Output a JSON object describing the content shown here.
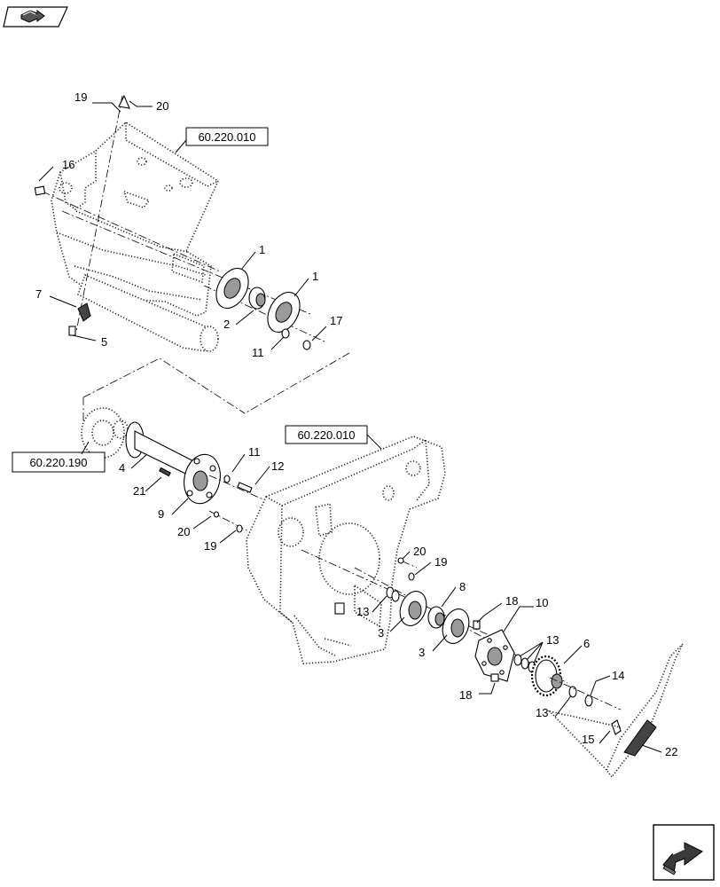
{
  "nav": {
    "prev_icon": "page-prev-arrow-icon",
    "next_icon": "page-next-arrow-icon"
  },
  "references": {
    "upper_frame": "60.220.010",
    "lower_frame": "60.220.010",
    "drive_gear": "60.220.190"
  },
  "callouts": {
    "c19a": "19",
    "c20a": "20",
    "c16": "16",
    "c1a": "1",
    "c1b": "1",
    "c7": "7",
    "c5": "5",
    "c2": "2",
    "c17": "17",
    "c11a": "11",
    "c4": "4",
    "c21": "21",
    "c9": "9",
    "c11b": "11",
    "c12": "12",
    "c20b": "20",
    "c19b": "19",
    "c20c": "20",
    "c19c": "19",
    "c8": "8",
    "c13a": "13",
    "c3a": "3",
    "c3b": "3",
    "c18a": "18",
    "c10": "10",
    "c18b": "18",
    "c13b": "13",
    "c6": "6",
    "c13c": "13",
    "c14": "14",
    "c15": "15",
    "c22": "22"
  }
}
